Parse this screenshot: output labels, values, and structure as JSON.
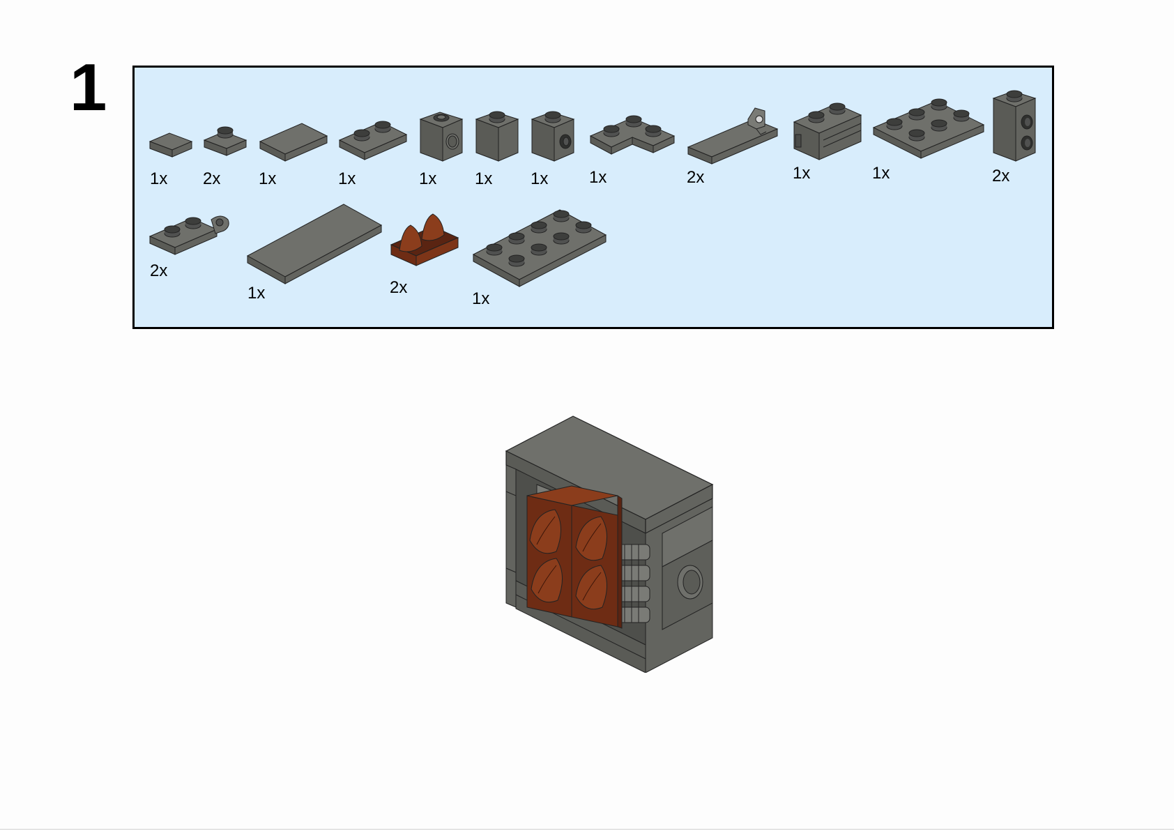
{
  "step": {
    "number": "1"
  },
  "colors": {
    "panel_background": "#d8edfc",
    "dark_bluish_gray": "#6b6c66",
    "reddish_brown": "#7a2e14"
  },
  "parts_list": [
    {
      "qty": "1x",
      "icon": "plate-1x1-icon"
    },
    {
      "qty": "2x",
      "icon": "plate-1x1-stud-icon"
    },
    {
      "qty": "1x",
      "icon": "tile-1x2-icon"
    },
    {
      "qty": "1x",
      "icon": "plate-1x2-icon"
    },
    {
      "qty": "1x",
      "icon": "technic-brick-1x1-icon"
    },
    {
      "qty": "1x",
      "icon": "brick-1x1-icon"
    },
    {
      "qty": "1x",
      "icon": "brick-1x1-side-stud-icon"
    },
    {
      "qty": "1x",
      "icon": "plate-2x2-corner-icon"
    },
    {
      "qty": "2x",
      "icon": "tile-1x4-clip-icon"
    },
    {
      "qty": "1x",
      "icon": "brick-1x2-grille-icon"
    },
    {
      "qty": "1x",
      "icon": "plate-2x3-icon"
    },
    {
      "qty": "2x",
      "icon": "brick-1x1-two-side-studs-icon"
    },
    {
      "qty": "2x",
      "icon": "plate-1x2-hinge-icon"
    },
    {
      "qty": "1x",
      "icon": "tile-2x6-icon"
    },
    {
      "qty": "2x",
      "icon": "plate-1x2-teeth-icon"
    },
    {
      "qty": "1x",
      "icon": "plate-2x4-icon"
    }
  ]
}
